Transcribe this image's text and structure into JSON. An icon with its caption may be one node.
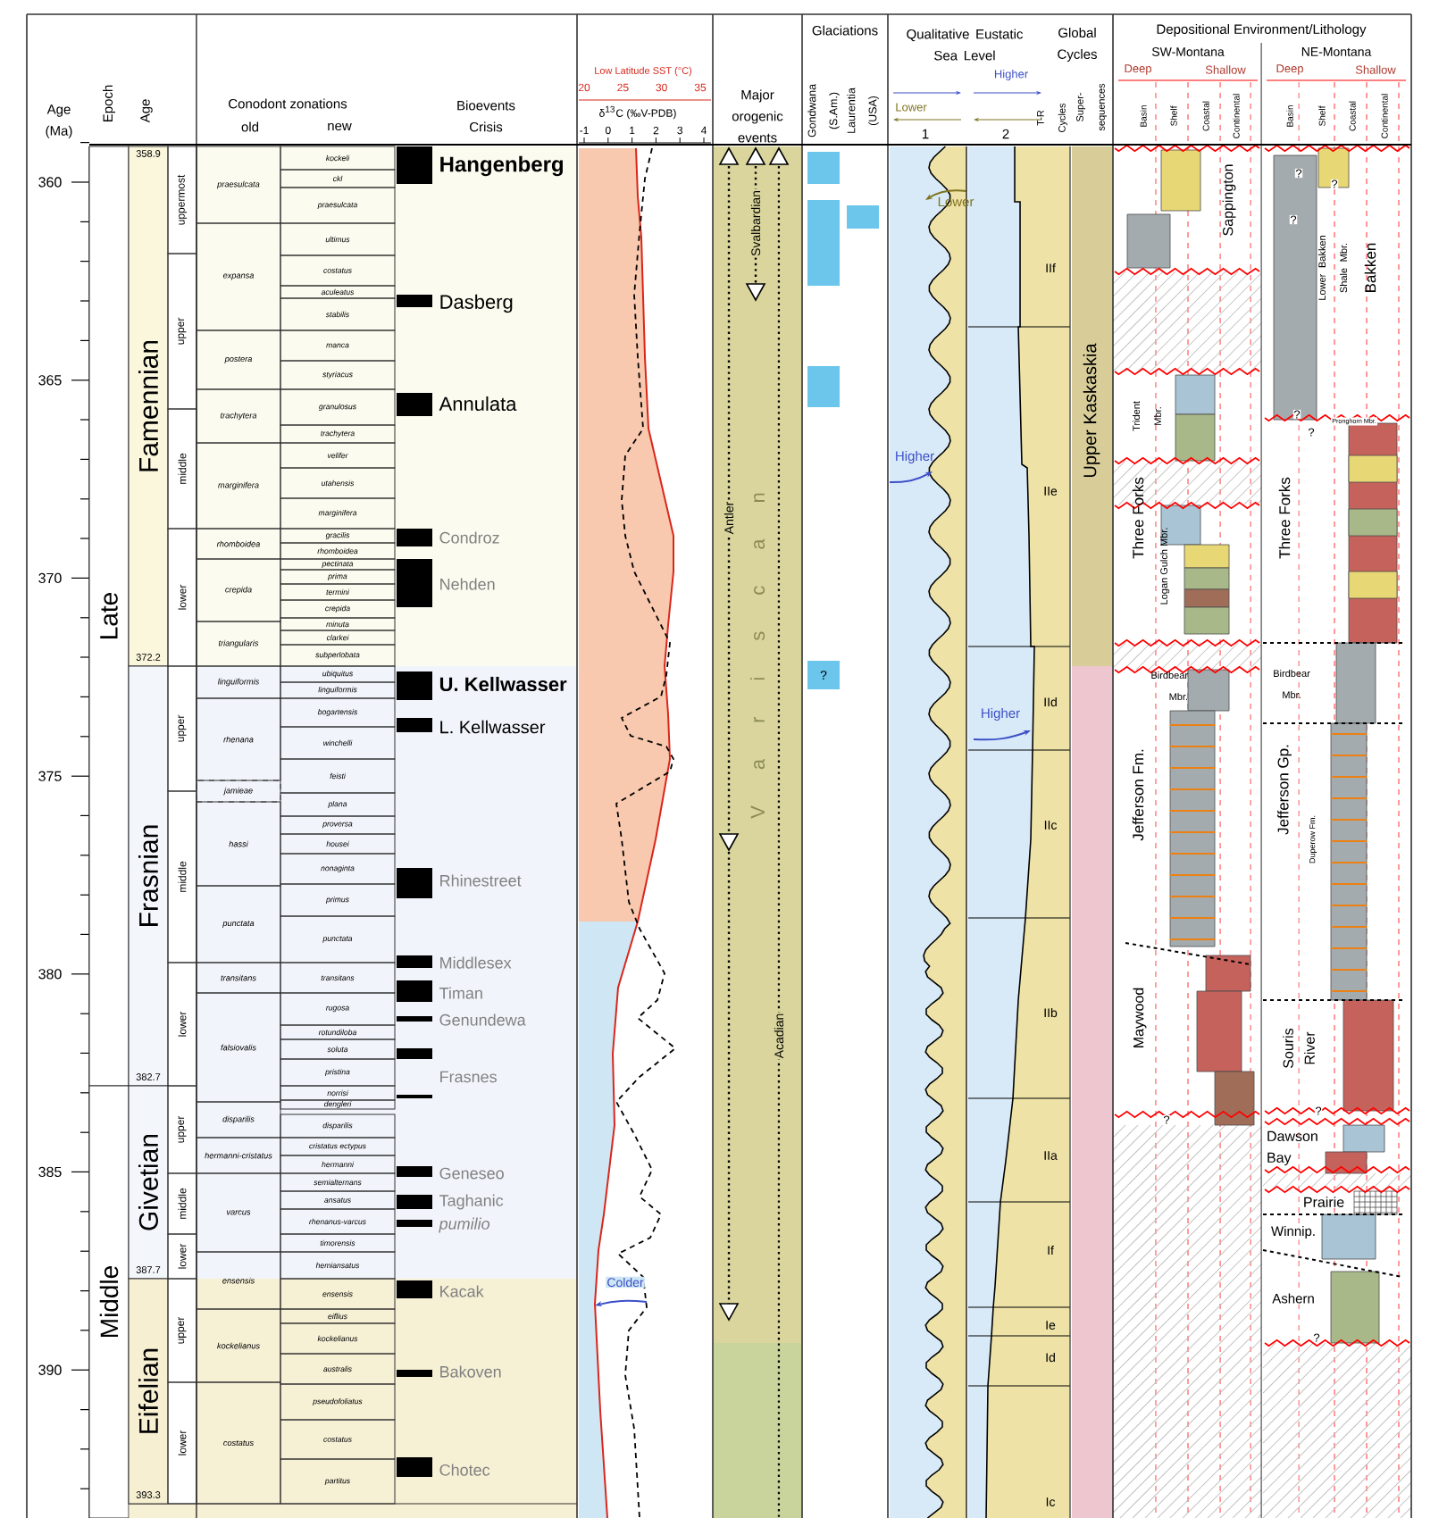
{
  "diagram": {
    "labels": [
      "Age (Ma)",
      "Epoch",
      "Age",
      "Conodont zonations",
      "old",
      "new",
      "Bioevents Crisis",
      "Low Latitude SST (°C)",
      "20",
      "25",
      "30",
      "35",
      "δ$^{13}$C (‰V-PDB)",
      "-1",
      "0",
      "1",
      "2",
      "3",
      "4",
      "Major orogenic events",
      "Glaciations",
      "Gondwana (S.Am.)",
      "Laurentia (USA)",
      "Qualitative Eustatic Sea Level",
      "Global Cycles",
      "Higher",
      "Lower",
      "1",
      "2",
      "T-R Cycles",
      "Super-sequences",
      "Depositional Environment/Lithology",
      "SW-Montana",
      "NE-Montana",
      "Deep",
      "Shallow",
      "Deep",
      "Shallow",
      "Basin",
      "Shelf",
      "Coastal",
      "Continental",
      "Basin",
      "Shelf",
      "Coastal",
      "Continental",
      "360",
      "365",
      "370",
      "375",
      "380",
      "385",
      "390",
      "Late",
      "Middle",
      "358.9",
      "Famennian",
      "372.2",
      "Frasnian",
      "382.7",
      "Givetian",
      "387.7",
      "Eifelian",
      "393.3",
      "uppermost",
      "upper",
      "middle",
      "lower",
      "upper",
      "middle",
      "lower",
      "upper",
      "middle",
      "lower",
      "upper",
      "lower",
      "praesulcata",
      "expansa",
      "postera",
      "trachytera",
      "marginifera",
      "rhomboidea",
      "crepida",
      "triangularis",
      "linguiformis",
      "rhenana",
      "jamieae",
      "hassi",
      "punctata",
      "transitans",
      "falsiovalis",
      "disparilis",
      "hermanni-cristatus",
      "varcus",
      "ensensis",
      "kockelianus",
      "costatus",
      "kockeli",
      "ckl",
      "praesulcata",
      "ultimus",
      "costatus",
      "aculeatus",
      "stabilis",
      "manca",
      "styriacus",
      "granulosus",
      "trachytera",
      "velifer",
      "utahensis",
      "marginifera",
      "gracilis",
      "rhomboidea",
      "pectinata",
      "prima",
      "termini",
      "crepida",
      "minuta",
      "clarkei",
      "subperlobata",
      "ubiquitus",
      "linguiformis",
      "bogartensis",
      "winchelli",
      "feisti",
      "plana",
      "proversa",
      "housei",
      "nonaginta",
      "primus",
      "punctata",
      "transitans",
      "rugosa",
      "rotundiloba",
      "soluta",
      "pristina",
      "norrisi",
      "dengleri",
      "disparilis",
      "cristatus ectypus",
      "hermanni",
      "semialternans",
      "ansatus",
      "rhenanus-varcus",
      "timorensis",
      "hemiansatus",
      "ensensis",
      "eiflius",
      "kockelianus",
      "australis",
      "pseudofoliatus",
      "costatus",
      "partitus",
      "Hangenberg",
      "Dasberg",
      "Annulata",
      "Condroz",
      "Nehden",
      "U. Kellwasser",
      "L. Kellwasser",
      "Rhinestreet",
      "Middlesex",
      "Timan",
      "Genundewa",
      "Frasnes",
      "Geneseo",
      "Taghanic",
      "pumilio",
      "Kacak",
      "Bakoven",
      "Chotec",
      "Svalbardian",
      "Antler",
      "V a r i s c a n",
      "Acadian",
      "?",
      "Lower",
      "Higher",
      "Higher",
      "Colder",
      "IIf",
      "IIe",
      "IId",
      "IIc",
      "IIb",
      "IIa",
      "If",
      "Ie",
      "Id",
      "Ic",
      "Upper Kaskaskia",
      "Sappington",
      "Three Forks",
      "Trident Mbr.",
      "Logan Gulch Mbr.",
      "Birdbear Mbr.",
      "Jefferson Fm.",
      "Maywood",
      "Lower Bakken Shale Mbr.",
      "Bakken",
      "Pronghorn Mbr.",
      "Three Forks",
      "Birdbear Mbr.",
      "Jefferson Gp.",
      "Duperow Fm.",
      "Souris River",
      "Dawson Bay",
      "Prairie",
      "Winnip.",
      "Ashern",
      "?",
      "?",
      "?",
      "?",
      "?",
      "?",
      "?",
      "?"
    ]
  }
}
